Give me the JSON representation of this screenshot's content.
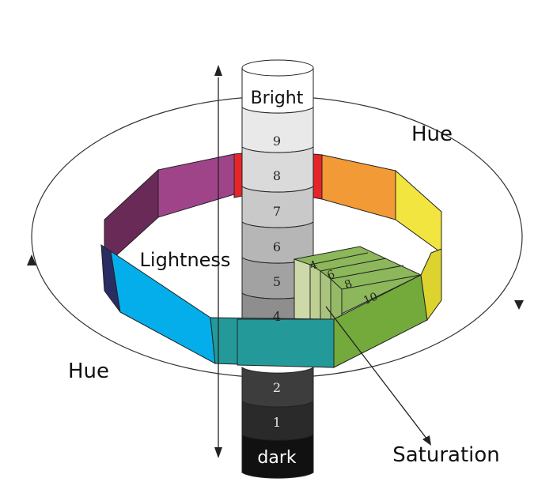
{
  "labels": {
    "hue_top": "Hue",
    "hue_left": "Hue",
    "lightness": "Lightness",
    "saturation": "Saturation",
    "bright": "Bright",
    "dark": "dark"
  },
  "lightness_levels": [
    "9",
    "8",
    "7",
    "6",
    "5",
    "4",
    "2",
    "1"
  ],
  "saturation_levels": [
    "4",
    "6",
    "8",
    "10"
  ],
  "colors": {
    "red": "#e52528",
    "orange": "#f29a36",
    "yellow": "#f3e540",
    "yellow_side": "#ddd32e",
    "green": "#73aa3b",
    "teal": "#239a99",
    "cyan": "#04aeea",
    "navy": "#2a2d63",
    "dark_purple": "#6a2a57",
    "purple": "#a0448a",
    "green_light": "#c6d6a0",
    "green_mid": "#a7c47a",
    "green_deep": "#8cb75a"
  }
}
